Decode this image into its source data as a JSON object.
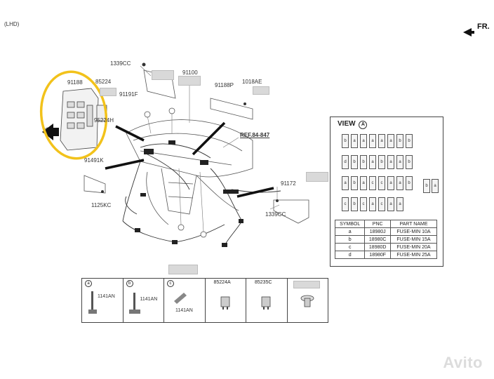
{
  "header": {
    "variant": "(LHD)",
    "front_marker": "FR."
  },
  "callouts": {
    "c1339cc_top": "1339CC",
    "c91100": "91100",
    "c91188": "91188",
    "c85224": "85224",
    "c91191f": "91191F",
    "c91188p": "91188P",
    "c1018ae": "1018AE",
    "c95224h": "95224H",
    "c91491k": "91491K",
    "c1125kc": "1125KC",
    "ref": "REF.84-847",
    "c91172": "91172",
    "c1339cc_right": "1339CC"
  },
  "view_panel": {
    "title": "VIEW",
    "title_symbol": "A",
    "fuse_rows": [
      [
        "b",
        "a",
        "a",
        "a",
        "a",
        "a",
        "b",
        "b"
      ],
      [
        "d",
        "b",
        "b",
        "a",
        "b",
        "a",
        "a",
        "b"
      ],
      [
        "a",
        "b",
        "a",
        "c",
        "c",
        "a",
        "a",
        "b"
      ],
      [
        "c",
        "b",
        "c",
        "a",
        "c",
        "a",
        "a"
      ]
    ],
    "side_fuses": [
      "b",
      "a"
    ],
    "table": {
      "headers": [
        "SYMBOL",
        "PNC",
        "PART NAME"
      ],
      "rows": [
        [
          "a",
          "18980J",
          "FUSE-MIN 10A"
        ],
        [
          "b",
          "18980C",
          "FUSE-MIN 15A"
        ],
        [
          "c",
          "18980D",
          "FUSE-MIN 20A"
        ],
        [
          "d",
          "18980F",
          "FUSE-MIN 25A"
        ]
      ]
    }
  },
  "legend": {
    "cells": [
      {
        "symbol": "a",
        "part": "1141AN"
      },
      {
        "symbol": "b",
        "part": "1141AN"
      },
      {
        "symbol": "c",
        "part": "1141AN"
      },
      {
        "header": "85224A"
      },
      {
        "header": "85235C"
      },
      {
        "header": ""
      }
    ]
  },
  "watermark": "Avito",
  "colors": {
    "highlight": "#f2c21b",
    "line": "#444444",
    "placeholder": "#d9d9d9"
  }
}
